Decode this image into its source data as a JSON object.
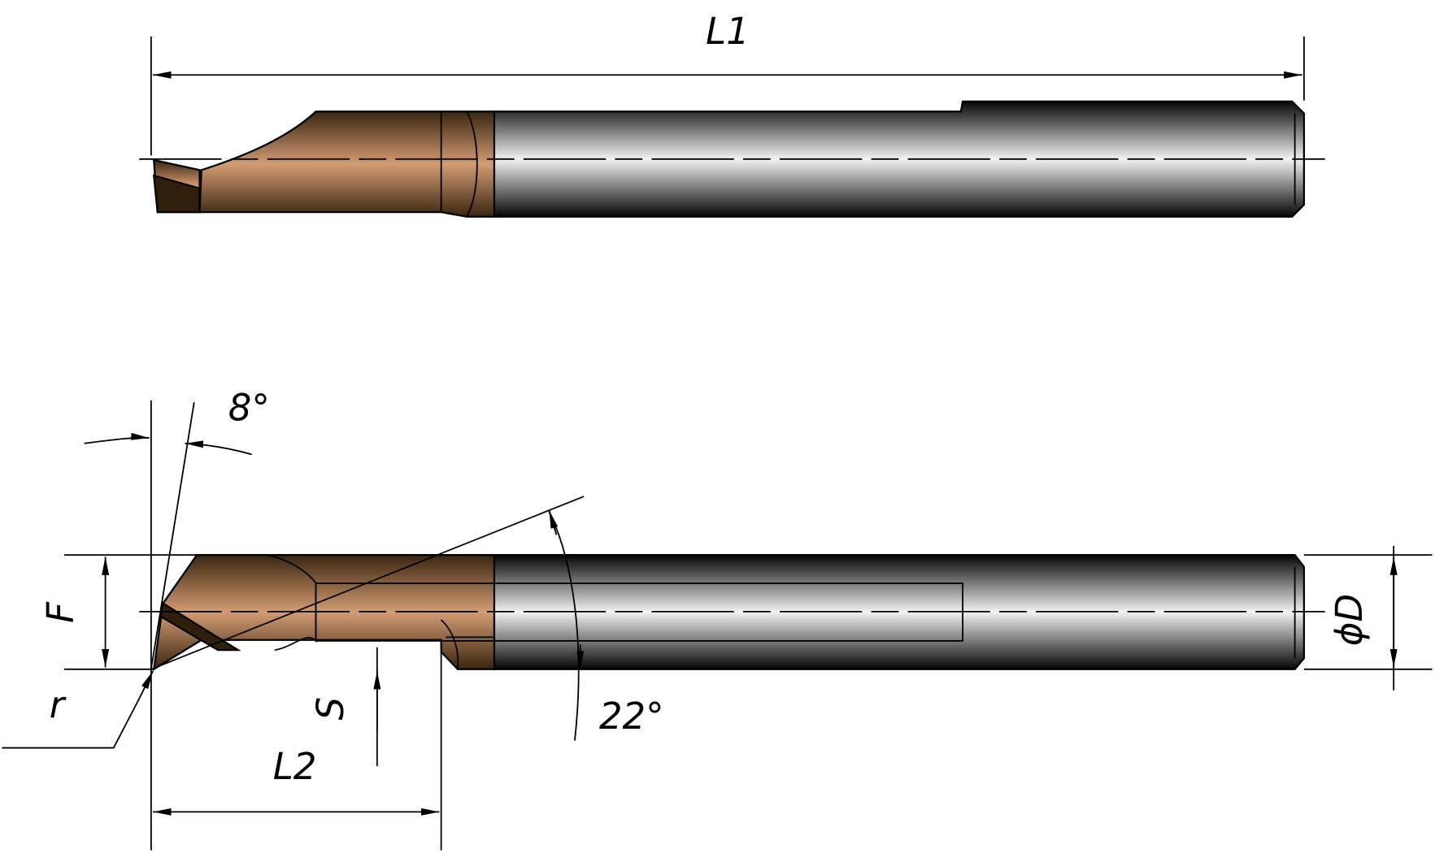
{
  "title": "Boring tool drawing",
  "labels": {
    "L1": "L1",
    "L2": "L2",
    "F": "F",
    "r": "r",
    "S": "S",
    "D": "ϕD",
    "angle_clearance": "8°",
    "angle_helix": "22°"
  },
  "colors": {
    "copper_dark": "#3a250f",
    "copper_light": "#d39c74",
    "steel_dark": "#050505",
    "steel_light": "#f2f2f2"
  }
}
